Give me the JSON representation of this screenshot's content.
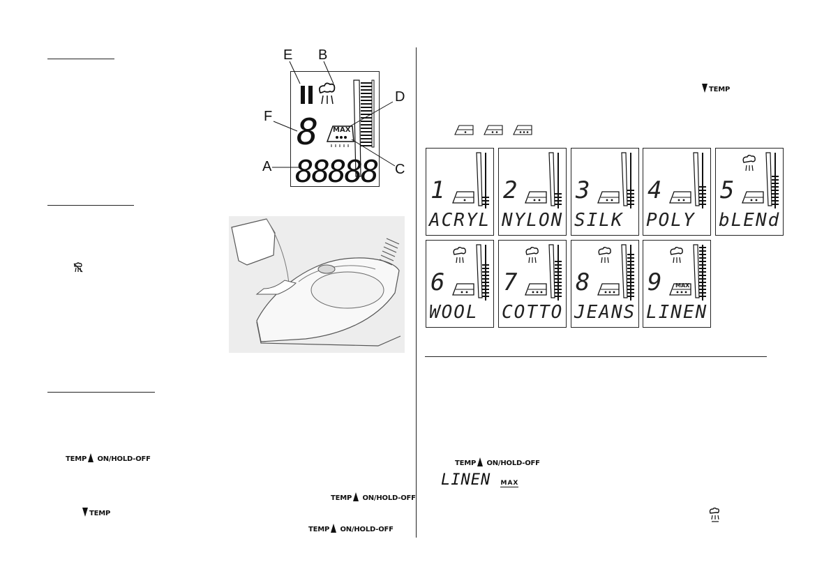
{
  "callouts": {
    "E": "E",
    "B": "B",
    "D": "D",
    "F": "F",
    "A": "A",
    "C": "C"
  },
  "display_badge": "MAX",
  "keys": {
    "temp_up_left": "TEMP",
    "on_hold_off": "ON/HOLD-OFF",
    "temp_down": "TEMP"
  },
  "settings": [
    {
      "num": "1",
      "word": "ACRYL",
      "steam": false,
      "dots": 1,
      "max": false,
      "bars": 3
    },
    {
      "num": "2",
      "word": "NYLON",
      "steam": false,
      "dots": 2,
      "max": false,
      "bars": 4
    },
    {
      "num": "3",
      "word": "SILK",
      "steam": false,
      "dots": 2,
      "max": false,
      "bars": 5
    },
    {
      "num": "4",
      "word": "POLY",
      "steam": false,
      "dots": 2,
      "max": false,
      "bars": 6
    },
    {
      "num": "5",
      "word": "bLENd",
      "steam": true,
      "dots": 2,
      "max": false,
      "bars": 9
    },
    {
      "num": "6",
      "word": "WOOL",
      "steam": true,
      "dots": 2,
      "max": false,
      "bars": 10
    },
    {
      "num": "7",
      "word": "COTTO",
      "steam": true,
      "dots": 3,
      "max": false,
      "bars": 11
    },
    {
      "num": "8",
      "word": "JEANS",
      "steam": true,
      "dots": 3,
      "max": false,
      "bars": 13
    },
    {
      "num": "9",
      "word": "LINEN",
      "steam": true,
      "dots": 3,
      "max": true,
      "bars": 15
    }
  ],
  "linen_text": "LINEN",
  "linen_badge": "MAX"
}
